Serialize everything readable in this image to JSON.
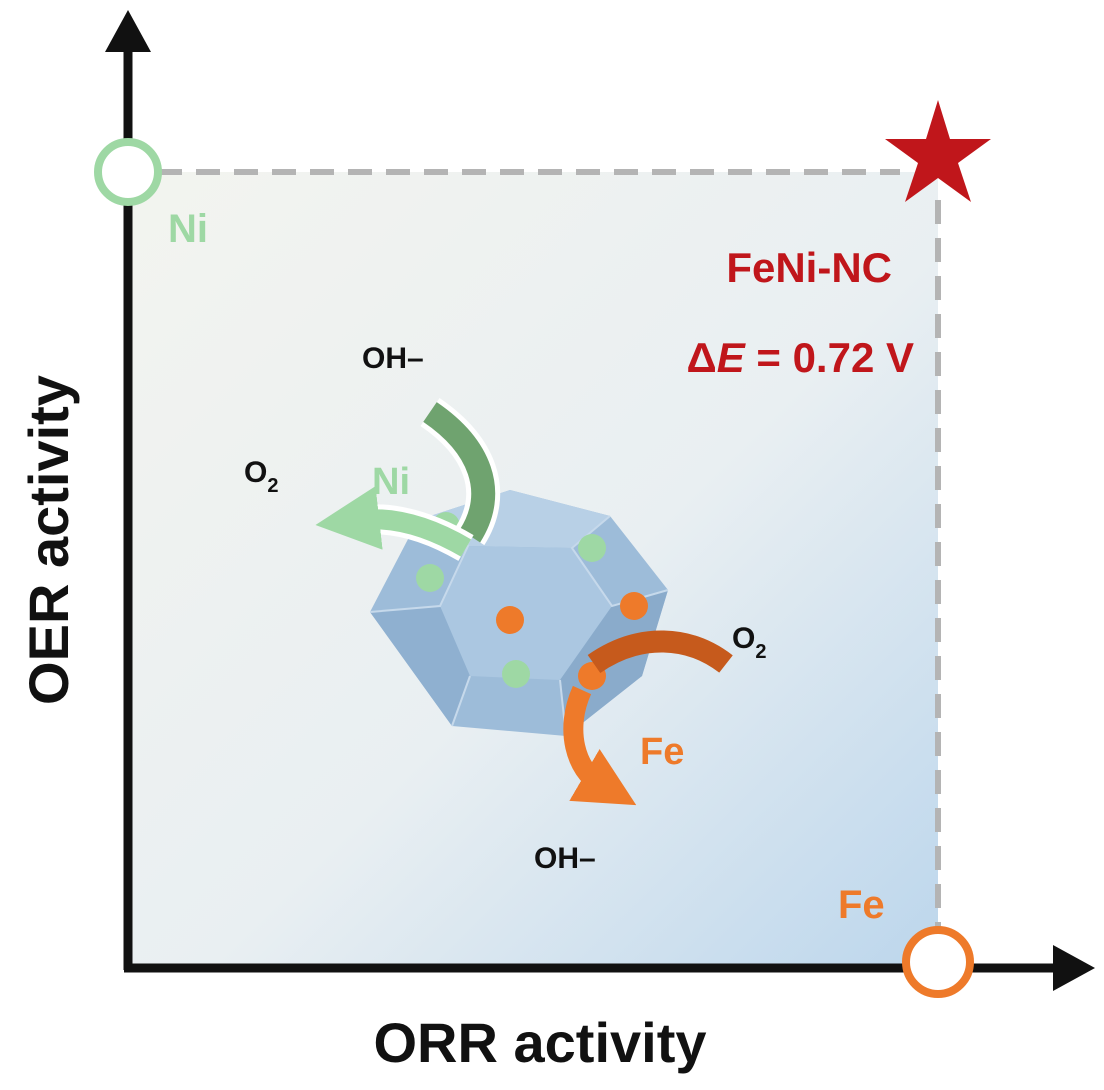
{
  "axes": {
    "x_label": "ORR activity",
    "y_label": "OER activity"
  },
  "corners": {
    "ni_label": "Ni",
    "fe_label": "Fe"
  },
  "catalyst": {
    "name": "FeNi-NC",
    "delta_symbol": "Δ",
    "delta_var": "E",
    "delta_value": " = 0.72 V"
  },
  "oer": {
    "site_label": "Ni",
    "reactant": "OH–",
    "product_main": "O",
    "product_sub": "2"
  },
  "orr": {
    "site_label": "Fe",
    "reactant_main": "O",
    "reactant_sub": "2",
    "product": "OH–"
  },
  "colors": {
    "ni": "#9ed8a4",
    "fe": "#ee7a2a",
    "feni": "#c0161b",
    "ni_arrow_dark": "#6fa36f",
    "fe_arrow_dark": "#c65a1c",
    "crystal": "#9fbfdc",
    "axis": "#111111",
    "dashed": "#b4b4b4"
  },
  "icons": {
    "star": "star-icon",
    "ni_marker": "circle-outline-icon",
    "fe_marker": "circle-outline-icon"
  }
}
